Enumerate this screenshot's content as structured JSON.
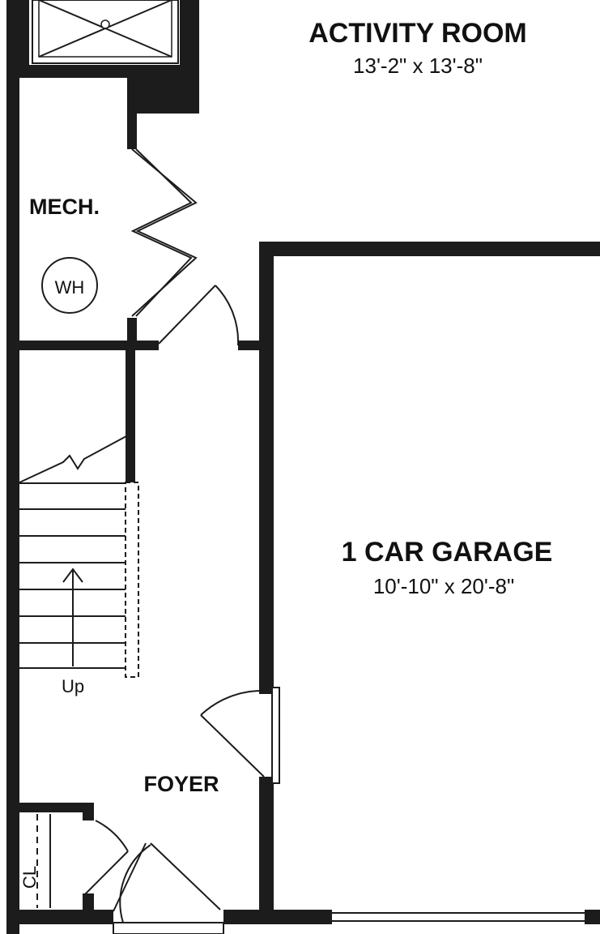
{
  "rooms": {
    "activity_room": {
      "name": "ACTIVITY ROOM",
      "dimensions": "13'-2\" x 13'-8\""
    },
    "garage": {
      "name": "1 CAR GARAGE",
      "dimensions": "10'-10\" x 20'-8\""
    },
    "mech": {
      "name": "MECH."
    },
    "foyer": {
      "name": "FOYER"
    },
    "closet": {
      "name": "CL"
    }
  },
  "fixtures": {
    "water_heater": "WH",
    "stairs_direction": "Up"
  },
  "colors": {
    "wall": "#1c1c1c",
    "background": "#ffffff"
  }
}
